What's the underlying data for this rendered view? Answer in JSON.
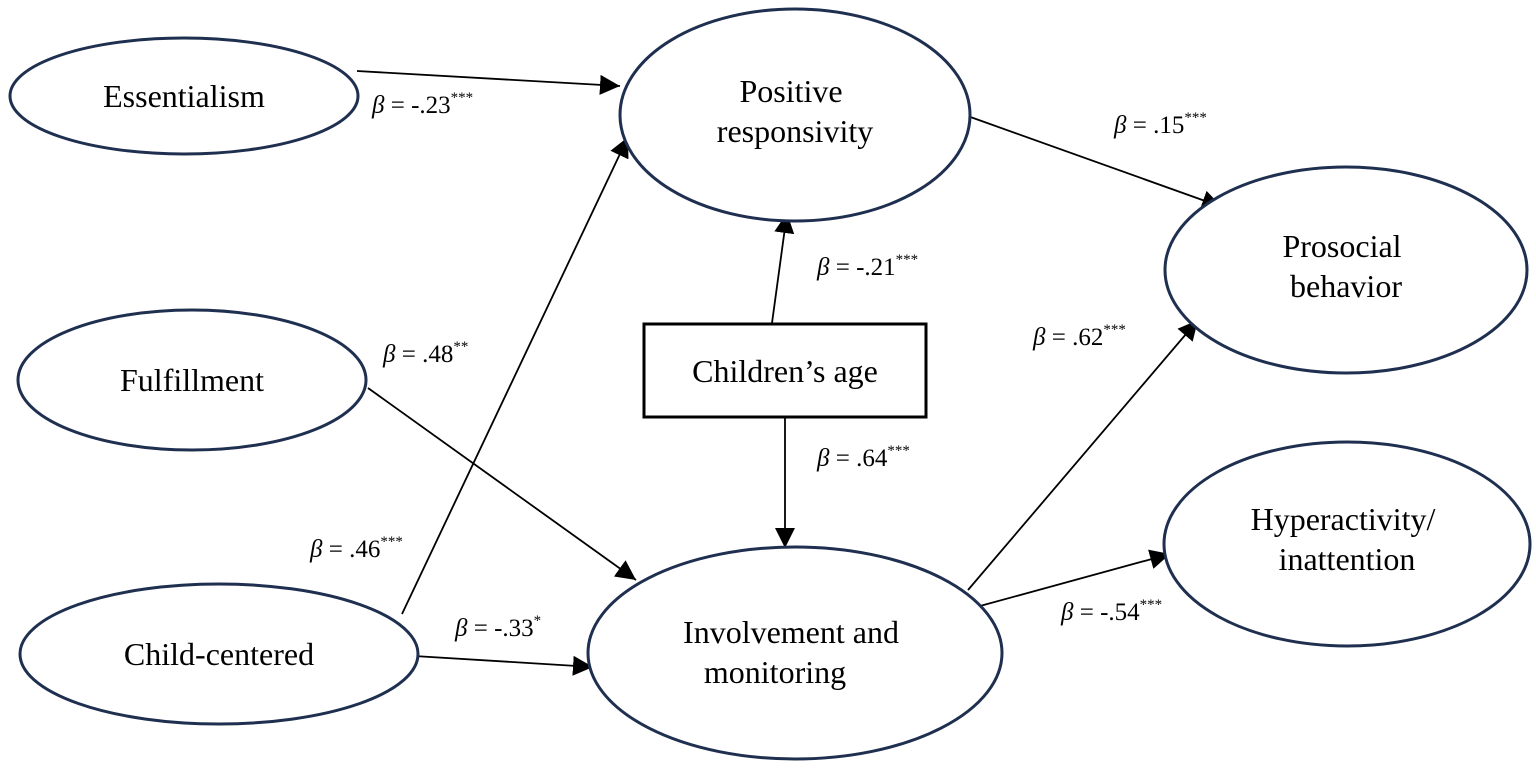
{
  "nodes": {
    "essentialism": {
      "lines": [
        "Essentialism"
      ]
    },
    "fulfillment": {
      "lines": [
        "Fulfillment"
      ]
    },
    "child_centered": {
      "lines": [
        "Child-centered"
      ]
    },
    "positive_responsivity": {
      "lines": [
        "Positive",
        "responsivity"
      ]
    },
    "involvement_monitoring": {
      "lines": [
        "Involvement and",
        "monitoring"
      ]
    },
    "childrens_age": {
      "lines": [
        "Children’s age"
      ]
    },
    "prosocial_behavior": {
      "lines": [
        "Prosocial",
        "behavior"
      ]
    },
    "hyperactivity_inattention": {
      "lines": [
        "Hyperactivity/",
        "inattention"
      ]
    }
  },
  "edges": [
    {
      "id": "essentialism-to-positive-responsivity",
      "from": "Essentialism",
      "to": "Positive responsivity",
      "beta": "-.23",
      "sig": "***"
    },
    {
      "id": "fulfillment-to-involvement",
      "from": "Fulfillment",
      "to": "Involvement and monitoring",
      "beta": ".48",
      "sig": "**"
    },
    {
      "id": "child-centered-to-positive-responsivity",
      "from": "Child-centered",
      "to": "Positive responsivity",
      "beta": ".46",
      "sig": "***"
    },
    {
      "id": "child-centered-to-involvement",
      "from": "Child-centered",
      "to": "Involvement and monitoring",
      "beta": "-.33",
      "sig": "*"
    },
    {
      "id": "age-to-positive-responsivity",
      "from": "Children’s age",
      "to": "Positive responsivity",
      "beta": "-.21",
      "sig": "***"
    },
    {
      "id": "age-to-involvement",
      "from": "Children’s age",
      "to": "Involvement and monitoring",
      "beta": ".64",
      "sig": "***"
    },
    {
      "id": "positive-responsivity-to-prosocial",
      "from": "Positive responsivity",
      "to": "Prosocial behavior",
      "beta": ".15",
      "sig": "***"
    },
    {
      "id": "involvement-to-prosocial",
      "from": "Involvement and monitoring",
      "to": "Prosocial behavior",
      "beta": ".62",
      "sig": "***"
    },
    {
      "id": "involvement-to-hyperactivity",
      "from": "Involvement and monitoring",
      "to": "Hyperactivity/inattention",
      "beta": "-.54",
      "sig": "***"
    }
  ],
  "beta_symbol": "β",
  "equals": " = ",
  "colors": {
    "ellipse_stroke": "#1f2f4f",
    "line": "#000000",
    "text": "#000000",
    "background": "#ffffff"
  }
}
